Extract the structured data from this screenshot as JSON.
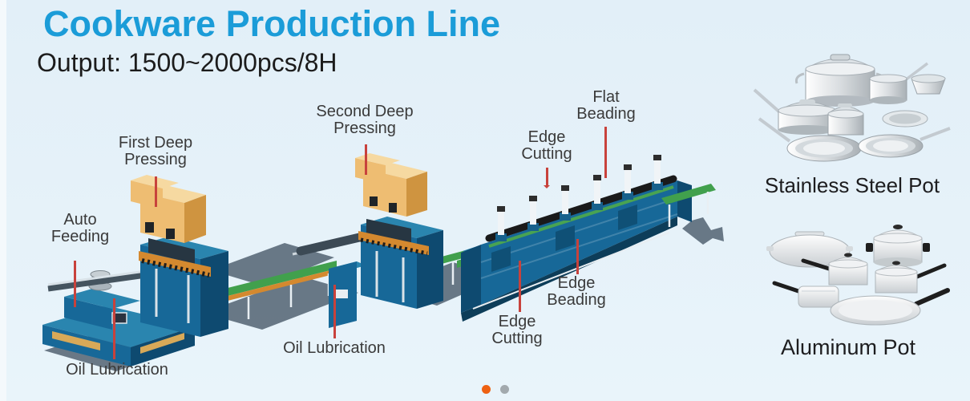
{
  "header": {
    "title": "Cookware Production Line",
    "subtitle": "Output: 1500~2000pcs/8H"
  },
  "colors": {
    "background": "#e2eff8",
    "left_strip": "#f4f9fc",
    "title_blue": "#1b9cd8",
    "subtitle_text": "#1c1c1c",
    "label_text": "#3a3a3a",
    "leader_red": "#c8423c",
    "product_label_text": "#1d1d1f",
    "dot_active": "#ee6112",
    "dot_inactive": "#a2a9ad",
    "machine_blue": "#176898",
    "press_orange": "#eebd72",
    "belt_green": "#41a04d",
    "shadow_gray": "#5d6e7c"
  },
  "diagram": {
    "labels": [
      {
        "id": "auto-feeding",
        "lines": [
          "Auto",
          "Feeding"
        ]
      },
      {
        "id": "first-deep-pressing",
        "lines": [
          "First Deep",
          "Pressing"
        ]
      },
      {
        "id": "second-deep-pressing",
        "lines": [
          "Second Deep",
          "Pressing"
        ]
      },
      {
        "id": "oil-lubrication-left",
        "lines": [
          "Oil Lubrication"
        ]
      },
      {
        "id": "oil-lubrication-mid",
        "lines": [
          "Oil Lubrication"
        ]
      },
      {
        "id": "edge-cutting-top",
        "lines": [
          "Edge",
          "Cutting"
        ]
      },
      {
        "id": "flat-beading",
        "lines": [
          "Flat",
          "Beading"
        ]
      },
      {
        "id": "edge-cutting-bottom",
        "lines": [
          "Edge",
          "Cutting"
        ]
      },
      {
        "id": "edge-beading",
        "lines": [
          "Edge",
          "Beading"
        ]
      }
    ]
  },
  "products": [
    {
      "name": "Stainless Steel Pot"
    },
    {
      "name": "Aluminum Pot"
    }
  ],
  "carousel": {
    "dot_count": 2,
    "active_index": 0
  }
}
